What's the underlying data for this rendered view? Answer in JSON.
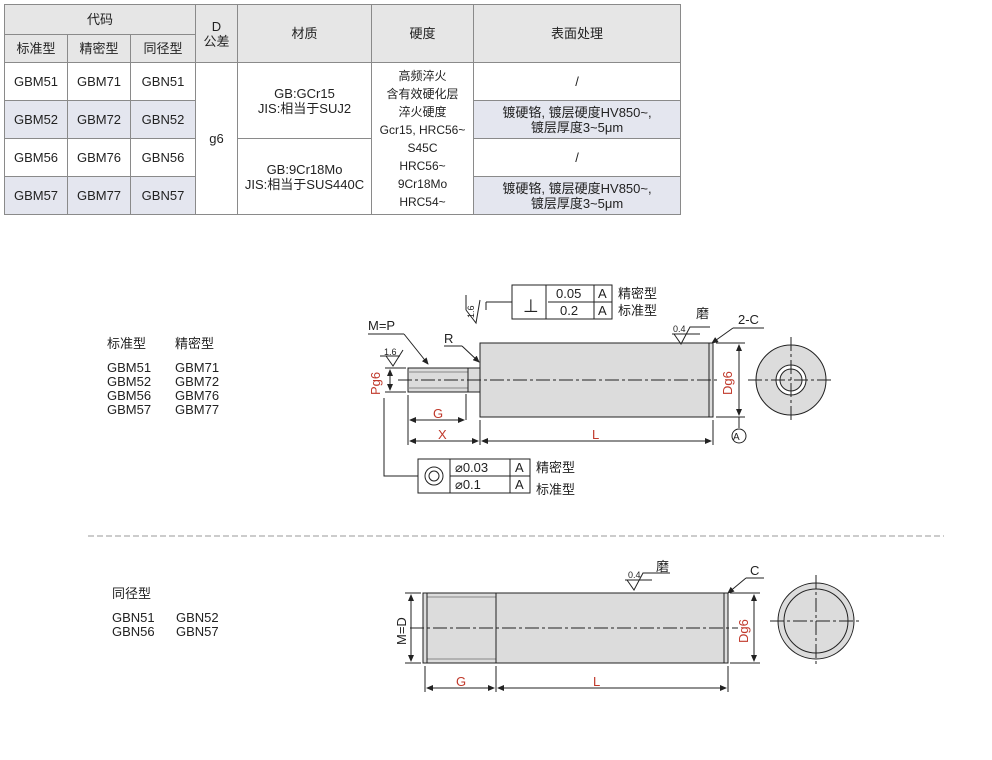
{
  "table": {
    "header": {
      "code": "代码",
      "d_top": "D",
      "d_bottom": "公差",
      "material": "材质",
      "hardness": "硬度",
      "surface": "表面处理",
      "sub": [
        "标准型",
        "精密型",
        "同径型"
      ]
    },
    "rows": [
      {
        "std": "GBM51",
        "prec": "GBM71",
        "same": "GBN51",
        "surface": "/"
      },
      {
        "std": "GBM52",
        "prec": "GBM72",
        "same": "GBN52",
        "surface_l1": "镀硬铬, 镀层硬度HV850~,",
        "surface_l2": "镀层厚度3~5μm"
      },
      {
        "std": "GBM56",
        "prec": "GBM76",
        "same": "GBN56",
        "surface": "/"
      },
      {
        "std": "GBM57",
        "prec": "GBM77",
        "same": "GBN57",
        "surface_l1": "镀硬铬, 镀层硬度HV850~,",
        "surface_l2": "镀层厚度3~5μm"
      }
    ],
    "tolerance": "g6",
    "material_1": [
      "GB:GCr15",
      "JIS:相当于SUJ2"
    ],
    "material_2": [
      "GB:9Cr18Mo",
      "JIS:相当于SUS440C"
    ],
    "hardness_lines": [
      "高频淬火",
      "含有效硬化层",
      "淬火硬度",
      "Gcr15, HRC56~",
      "S45C",
      "HRC56~",
      "9Cr18Mo",
      "HRC54~"
    ]
  },
  "group1": {
    "title_std": "标准型",
    "title_prec": "精密型",
    "std": [
      "GBM51",
      "GBM52",
      "GBM56",
      "GBM57"
    ],
    "prec": [
      "GBM71",
      "GBM72",
      "GBM76",
      "GBM77"
    ]
  },
  "group2": {
    "title": "同径型",
    "items": [
      "GBN51",
      "GBN52",
      "GBN56",
      "GBN57"
    ]
  },
  "drawing1": {
    "perp_symbol": "⊥",
    "perp_prec_val": "0.05",
    "perp_std_val": "0.2",
    "datum": "A",
    "prec_label": "精密型",
    "std_label": "标准型",
    "conc_prec_val": "⌀0.03",
    "conc_std_val": "⌀0.1",
    "m_eq_p": "M=P",
    "rough_16": "1.6",
    "rough_04": "0.4",
    "grind": "磨",
    "chamfer": "2-C",
    "r_label": "R",
    "pg6": "Pg6",
    "dg6": "Dg6",
    "g": "G",
    "x": "X",
    "l": "L"
  },
  "drawing2": {
    "m_eq_d": "M=D",
    "dg6": "Dg6",
    "g": "G",
    "l": "L",
    "rough_04": "0.4",
    "grind": "磨",
    "chamfer": "C"
  },
  "colors": {
    "dim_red": "#c0392b",
    "header_bg": "#e6e6e6",
    "shade_bg": "#e4e6ef",
    "part_fill": "#dcdcdc"
  }
}
